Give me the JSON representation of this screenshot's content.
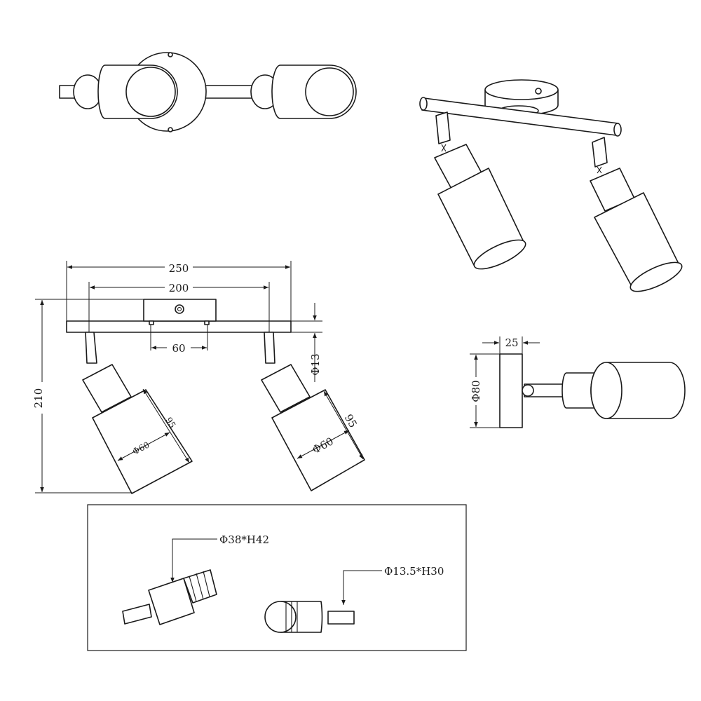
{
  "dimensions": {
    "total_length": "250",
    "spot_spacing": "200",
    "canopy_width": "60",
    "arm_diameter": "Φ13",
    "total_height": "210",
    "shade_length_left": "95",
    "shade_length_right": "95",
    "shade_diameter_left": "Φ60",
    "shade_diameter_right": "Φ60",
    "canopy_depth": "25",
    "canopy_diameter": "Φ80"
  },
  "details": {
    "lampholder_spec": "Φ38*H42",
    "joint_spec": "Φ13.5*H30"
  }
}
